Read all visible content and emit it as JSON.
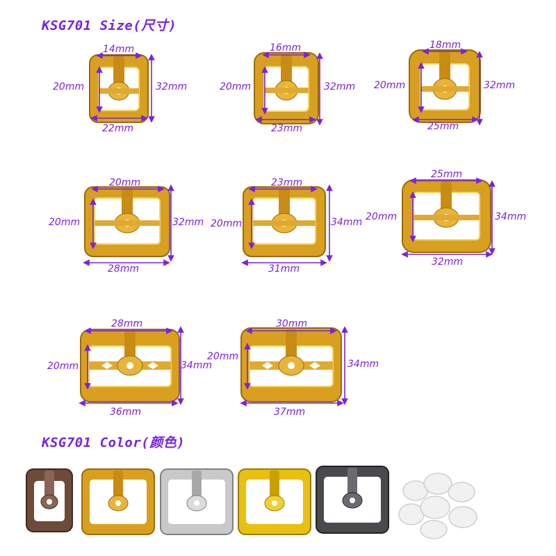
{
  "size_heading": "KSG701 Size(尺寸)",
  "color_heading": "KSG701 Color(颜色)",
  "accent_color": "#7a22e0",
  "buckles": [
    {
      "top": "14mm",
      "bottom": "22mm",
      "left": "20mm",
      "right": "32mm",
      "finish": "gold"
    },
    {
      "top": "16mm",
      "bottom": "23mm",
      "left": "20mm",
      "right": "32mm",
      "finish": "gold"
    },
    {
      "top": "18mm",
      "bottom": "25mm",
      "left": "20mm",
      "right": "32mm",
      "finish": "gold"
    },
    {
      "top": "20mm",
      "bottom": "28mm",
      "left": "20mm",
      "right": "32mm",
      "finish": "gold"
    },
    {
      "top": "23mm",
      "bottom": "31mm",
      "left": "20mm",
      "right": "34mm",
      "finish": "gold"
    },
    {
      "top": "25mm",
      "bottom": "32mm",
      "left": "20mm",
      "right": "34mm",
      "finish": "gold"
    },
    {
      "top": "28mm",
      "bottom": "36mm",
      "left": "20mm",
      "right": "34mm",
      "finish": "gold"
    },
    {
      "top": "30mm",
      "bottom": "37mm",
      "left": "20mm",
      "right": "34mm",
      "finish": "gold"
    }
  ],
  "color_swatches": [
    {
      "name": "bronze",
      "color": "#6e4a3a"
    },
    {
      "name": "gold",
      "color": "#d9a020"
    },
    {
      "name": "silver",
      "color": "#c9c9c9"
    },
    {
      "name": "bright-gold",
      "color": "#e8c010"
    },
    {
      "name": "gunmetal",
      "color": "#4a4a4e"
    },
    {
      "name": "clear-washers",
      "color": "#e6e6e6"
    }
  ]
}
